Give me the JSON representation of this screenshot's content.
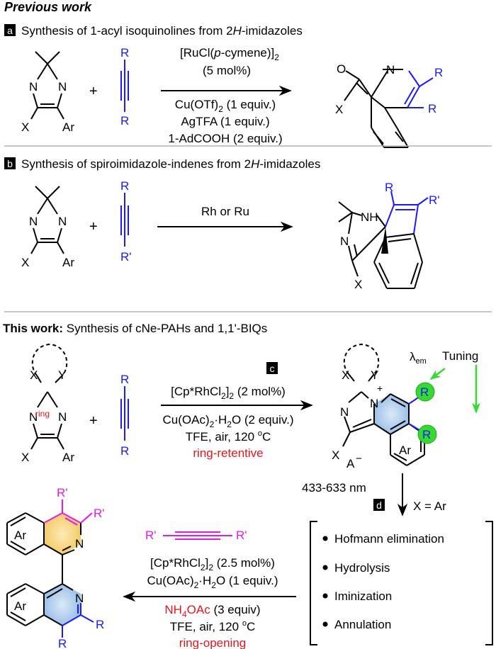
{
  "header": {
    "title": "Previous work"
  },
  "panel_a": {
    "letter": "a",
    "heading_pre": "Synthesis of 1-acyl isoquinolines from 2",
    "heading_italic": "H",
    "heading_post": "-imidazoles",
    "cond_1_pre": "[RuCl(",
    "cond_1_italic": "p",
    "cond_1_post": "-cymene)]",
    "cond_1_sub": "2",
    "cond_2": "(5 mol%)",
    "cond_3_pre": "Cu(OTf)",
    "cond_3_sub": "2",
    "cond_3_post": " (1 equiv.)",
    "cond_4": "AgTFA (1 equiv.)",
    "cond_5": "1-AdCOOH (2 equiv.)"
  },
  "panel_b": {
    "letter": "b",
    "heading_pre": "Synthesis of spiroimidazole-indenes from 2",
    "heading_italic": "H",
    "heading_post": "-imidazoles",
    "cond": "Rh or Ru"
  },
  "this_work": {
    "bold": "This work:",
    "text": " Synthesis of cNe-PAHs and 1,1'-BIQs"
  },
  "panel_c": {
    "letter": "c",
    "cond_1_pre": "[Cp*RhCl",
    "cond_1_sub": "2",
    "cond_1_post": "]",
    "cond_1_sub2": "2",
    "cond_1_tail": " (2 mol%)",
    "cond_2_pre": "Cu(OAc)",
    "cond_2_sub": "2",
    "cond_2_post": "·H",
    "cond_2_sub2": "2",
    "cond_2_tail": "O (2 equiv.)",
    "cond_3_pre": "TFE, air, 120 ",
    "cond_3_sup": "o",
    "cond_3_post": "C",
    "cond_4": "ring-retentive",
    "lambda": "λ",
    "lambda_sub": "em",
    "tuning": "Tuning",
    "range": "433-633 nm",
    "ring_label": "ring"
  },
  "panel_d": {
    "letter": "d",
    "x_eq": "X = Ar",
    "steps": [
      "Hofmann elimination",
      "Hydrolysis",
      "Iminization",
      "Annulation"
    ],
    "reagent_alkyne": [
      "R'",
      "R'"
    ],
    "cond_1_pre": "[Cp*RhCl",
    "cond_1_sub": "2",
    "cond_1_post": "]",
    "cond_1_sub2": "2",
    "cond_1_tail": " (2.5 mol%)",
    "cond_2_pre": "Cu(OAc)",
    "cond_2_sub": "2",
    "cond_2_post": "·H",
    "cond_2_sub2": "2",
    "cond_2_tail": "O (1 equiv.)",
    "cond_3_pre": "NH",
    "cond_3_sub": "4",
    "cond_3_post": "OAc",
    "cond_3_tail": " (3 equiv)",
    "cond_4_pre": "TFE, air, 120 ",
    "cond_4_sup": "o",
    "cond_4_post": "C",
    "cond_5": "ring-opening"
  },
  "atoms": {
    "N": "N",
    "X": "X",
    "Y": "Y",
    "Ar": "Ar",
    "R": "R",
    "Rp": "R'",
    "O": "O",
    "NH": "NH",
    "A": "A",
    "minus": "−",
    "plus": "+"
  },
  "colors": {
    "blue": "#1a1aff",
    "red": "#e8141e",
    "magenta": "#e619e6",
    "green": "#36d92e",
    "highlight_blue": "#a9c9ee",
    "highlight_yellow": "#f7d77c"
  }
}
